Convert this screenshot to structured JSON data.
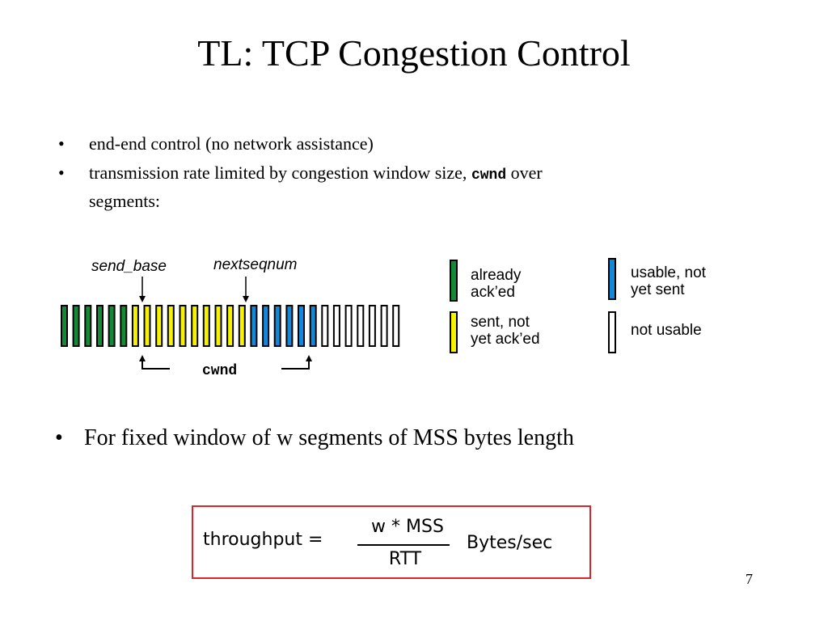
{
  "slide": {
    "title": "TL: TCP Congestion Control",
    "bullets": [
      {
        "text": "end-end control (no network assistance)"
      },
      {
        "text_before": "transmission rate limited by congestion window size, ",
        "code": "cwnd",
        "text_after": " over",
        "text_line2": "segments:"
      }
    ],
    "bullet_marker": "•",
    "bullet_fixed_window": "For fixed window of w segments of MSS bytes length",
    "page_number": "7"
  },
  "diagram": {
    "labels": {
      "send_base": "send_base",
      "nextseqnum": "nextseqnum",
      "cwnd": "cwnd"
    },
    "segments": [
      {
        "state": "acked",
        "count": 6
      },
      {
        "state": "sent",
        "count": 10
      },
      {
        "state": "usable",
        "count": 6
      },
      {
        "state": "not_usable",
        "count": 7
      }
    ],
    "colors": {
      "acked": "#138a36",
      "sent": "#f6f200",
      "usable": "#1388d8",
      "not_usable": "#ffffff",
      "outline": "#000000"
    }
  },
  "legend": {
    "items": [
      {
        "state": "acked",
        "line1": "already",
        "line2": "ack’ed"
      },
      {
        "state": "sent",
        "line1": "sent, not",
        "line2": "yet ack’ed"
      },
      {
        "state": "usable",
        "line1": "usable, not",
        "line2": "yet sent"
      },
      {
        "state": "not_usable",
        "line1": "not usable",
        "line2": ""
      }
    ]
  },
  "formula": {
    "lhs": "throughput =",
    "numerator": "w * MSS",
    "denominator": "RTT",
    "unit": "Bytes/sec",
    "border_color": "#d9262a"
  }
}
